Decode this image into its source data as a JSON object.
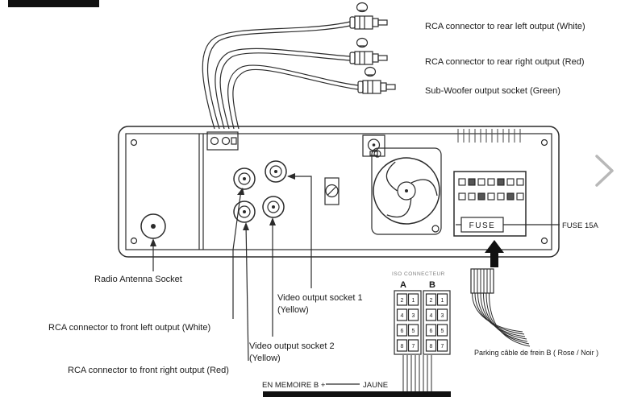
{
  "labels": {
    "rear_left": "RCA connector to rear left output (White)",
    "rear_right": "RCA connector to rear right output (Red)",
    "subwoofer": "Sub-Woofer output socket (Green)",
    "antenna": "Radio Antenna Socket",
    "front_left": "RCA connector to front left output (White)",
    "front_right": "RCA connector to front right output (Red)",
    "video1_l1": "Video output socket 1",
    "video1_l2": "(Yellow)",
    "video2_l1": "Video output socket 2",
    "video2_l2": "(Yellow)",
    "fuse_callout": "FUSE 15A",
    "fuse_box": "FUSE",
    "iso_title": "ISO CONNECTEUR",
    "iso_a": "A",
    "iso_b": "B",
    "parking": "Parking câble de frein B ( Rose / Noir )",
    "memoire": "EN MEMOIRE B +",
    "jaune": "JAUNE"
  },
  "iso_pins": {
    "a": [
      "2",
      "1",
      "4",
      "3",
      "6",
      "5",
      "8",
      "7"
    ],
    "b": [
      "2",
      "1",
      "4",
      "3",
      "6",
      "5",
      "8",
      "7"
    ]
  },
  "icons": {
    "next": "chevron-right-icon"
  },
  "colors": {
    "line": "#2b2b2b",
    "chevron": "#b8b8b8",
    "bar": "#111111"
  }
}
